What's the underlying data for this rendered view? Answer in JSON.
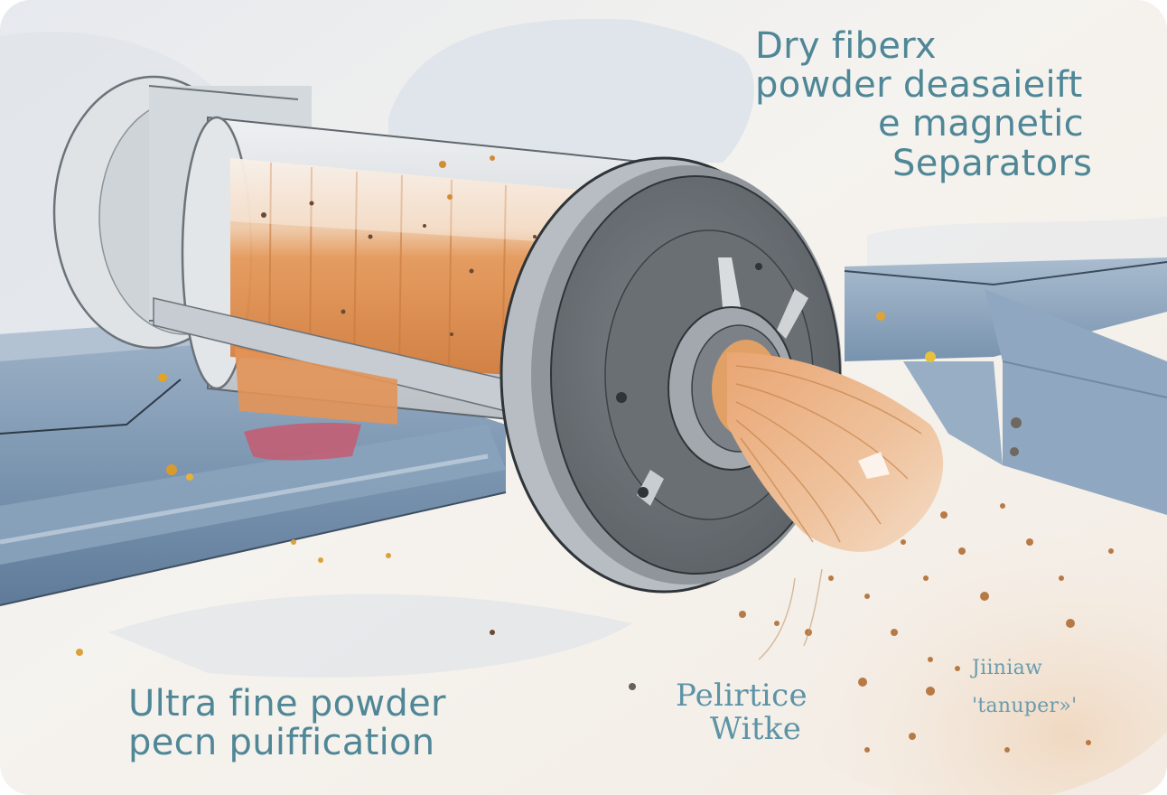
{
  "illustration": {
    "subject": "Drum-type magnetic separator with copper coil, spraying fine powder particles",
    "style": "watercolor technical illustration",
    "colors": {
      "background": "#f5f2ee",
      "shadow_blue": "#d9e0e8",
      "steel_light": "#dfe3e6",
      "steel_mid": "#a9b0b6",
      "steel_dark": "#5d6369",
      "endcap_dark": "#6b7075",
      "rail_blue": "#7f98b3",
      "rail_blue_dark": "#5c7896",
      "copper": "#e49a5c",
      "copper_light": "#f2c8a0",
      "copper_dark": "#c7763a",
      "particle": "#b87a45",
      "text": "#4f8797",
      "spray_tint": "#f1dcc6"
    }
  },
  "labels": {
    "title": {
      "lines": [
        "Dry fiberx",
        "powder deasaieift",
        "e magnetic",
        "Separators"
      ]
    },
    "bottom_left": {
      "lines": [
        "Ultra fine powder",
        "pecn puiffication"
      ]
    },
    "bottom_mid": {
      "lines": [
        "Pelirtice",
        "Witke"
      ]
    },
    "bottom_right": {
      "lines": [
        "Jiiniaw",
        "'tanuper»'"
      ]
    }
  }
}
